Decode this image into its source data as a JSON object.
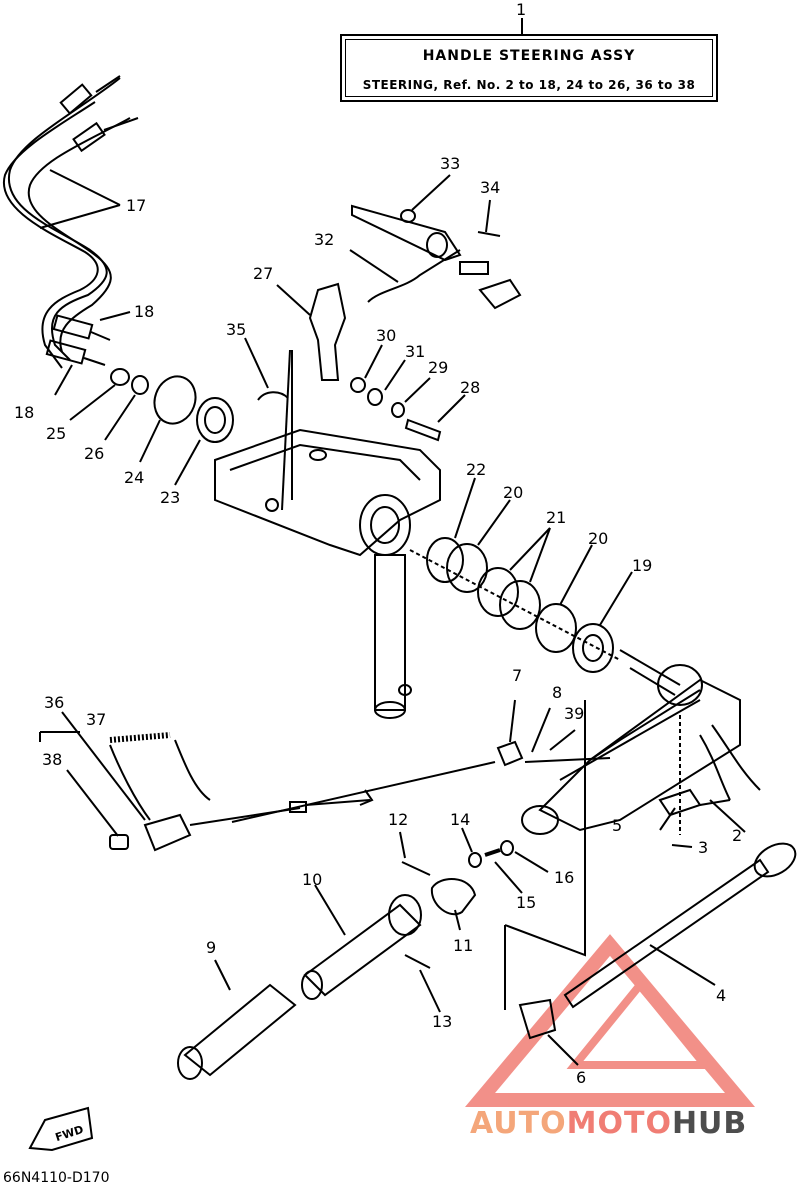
{
  "header": {
    "title": "HANDLE STEERING ASSY",
    "subtitle": "STEERING, Ref. No. 2 to 18, 24 to 26, 36 to 38"
  },
  "callouts": {
    "c1": "1",
    "c2": "2",
    "c3": "3",
    "c4": "4",
    "c5": "5",
    "c6": "6",
    "c7": "7",
    "c8": "8",
    "c9": "9",
    "c10": "10",
    "c11": "11",
    "c12": "12",
    "c13": "13",
    "c14": "14",
    "c15": "15",
    "c16": "16",
    "c17": "17",
    "c18a": "18",
    "c18b": "18",
    "c19": "19",
    "c20a": "20",
    "c20b": "20",
    "c21": "21",
    "c22": "22",
    "c23": "23",
    "c24": "24",
    "c25": "25",
    "c26": "26",
    "c27": "27",
    "c28": "28",
    "c29": "29",
    "c30": "30",
    "c31": "31",
    "c32": "32",
    "c33": "33",
    "c34": "34",
    "c35": "35",
    "c36": "36",
    "c37": "37",
    "c38": "38",
    "c39": "39"
  },
  "fwd_label": "FWD",
  "drawing_code": "66N4110-D170",
  "watermark": {
    "part1": "AUTO",
    "part2": "MOTO",
    "part3": "HUB"
  },
  "colors": {
    "line": "#000000",
    "watermark_red": "#f07d74",
    "watermark_orange": "#f4a67a",
    "watermark_gray": "#4d4d4d"
  }
}
